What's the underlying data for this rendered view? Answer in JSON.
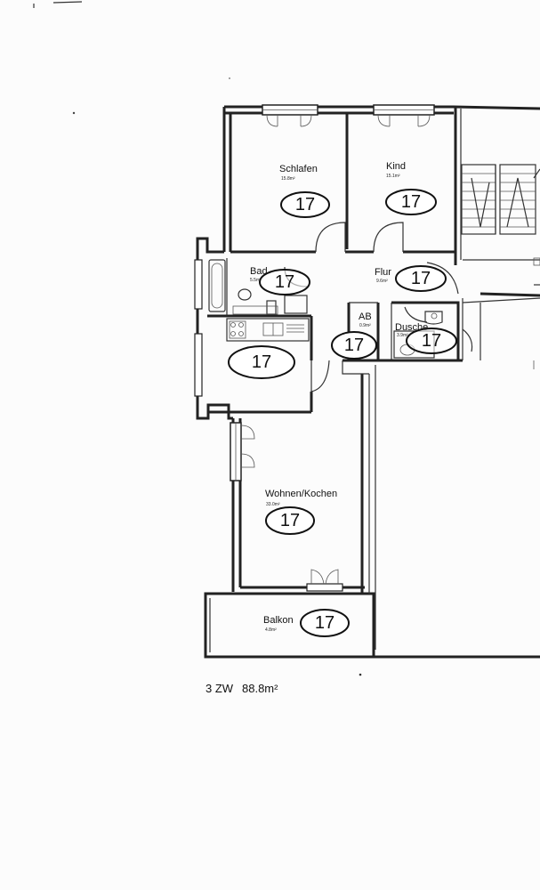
{
  "rooms": [
    {
      "id": "schlafen",
      "name": "Schlafen",
      "area": "15.8m²",
      "badge": "17"
    },
    {
      "id": "kind",
      "name": "Kind",
      "area": "15.1m²",
      "badge": "17"
    },
    {
      "id": "bad",
      "name": "Bad",
      "area": "5.5m²",
      "badge": "17"
    },
    {
      "id": "flur",
      "name": "Flur",
      "area": "9.6m²",
      "badge": "17"
    },
    {
      "id": "ab",
      "name": "AB",
      "area": "0.9m²",
      "badge": "17"
    },
    {
      "id": "dusche",
      "name": "Dusche",
      "area": "3.9m²",
      "badge": "17"
    },
    {
      "id": "kueche",
      "name": "",
      "area": "",
      "badge": "17"
    },
    {
      "id": "wohnen",
      "name": "Wohnen/Kochen",
      "area": "33.0m²",
      "badge": "17"
    },
    {
      "id": "balkon",
      "name": "Balkon",
      "area": "4.8m²",
      "badge": "17"
    }
  ],
  "caption": {
    "rooms_label": "3 ZW",
    "total_area": "88.8m²"
  }
}
